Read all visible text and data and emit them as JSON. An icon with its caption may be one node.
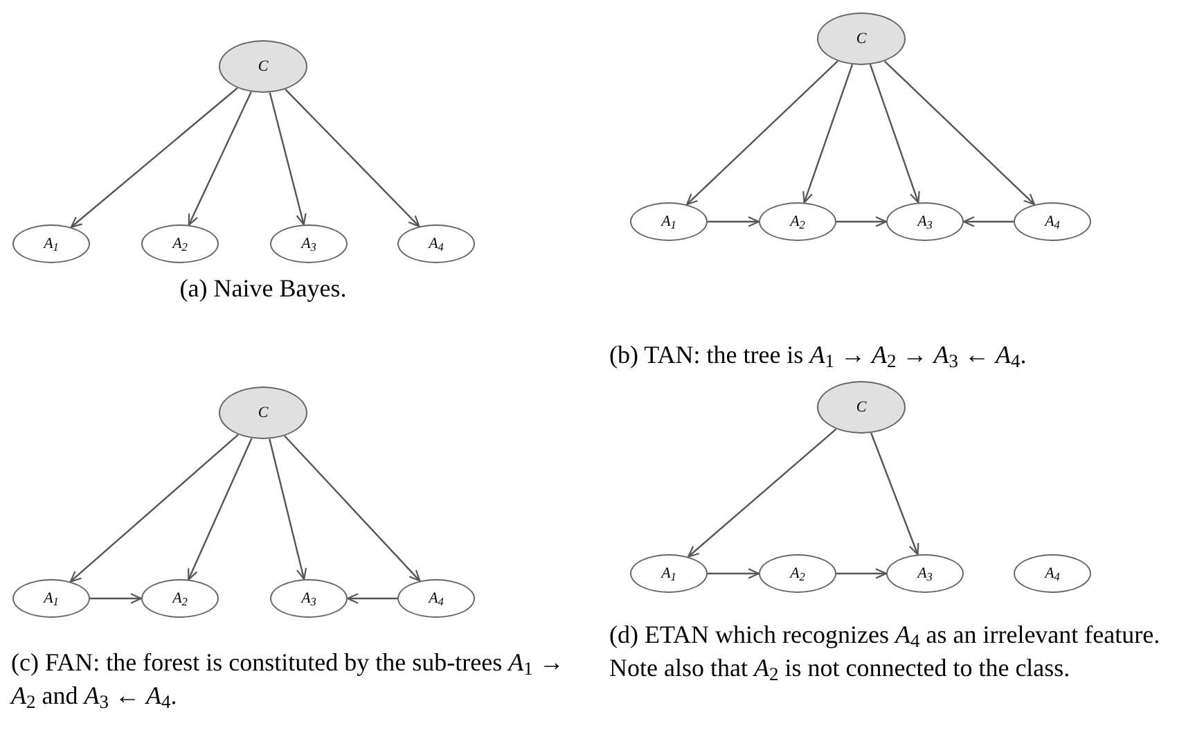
{
  "diagram": {
    "nodes": [
      {
        "text": [
          "C"
        ]
      },
      {
        "text": [
          "A$_{1}$"
        ]
      },
      {
        "text": [
          "A$_{2}$"
        ]
      },
      {
        "text": [
          "A$_{3}$"
        ]
      },
      {
        "text": [
          "A$_{4}$"
        ]
      },
      {
        "text": [
          "C"
        ]
      },
      {
        "text": [
          "A$_{1}$"
        ]
      },
      {
        "text": [
          "A$_{2}$"
        ]
      },
      {
        "text": [
          "A$_{3}$"
        ]
      },
      {
        "text": [
          "A$_{4}$"
        ]
      },
      {
        "text": [
          "C"
        ]
      },
      {
        "text": [
          "A$_{1}$"
        ]
      },
      {
        "text": [
          "A$_{2}$"
        ]
      },
      {
        "text": [
          "A$_{3}$"
        ]
      },
      {
        "text": [
          "A$_{4}$"
        ]
      },
      {
        "text": [
          "C"
        ]
      },
      {
        "text": [
          "A$_{1}$"
        ]
      },
      {
        "text": [
          "A$_{2}$"
        ]
      },
      {
        "text": [
          "A$_{3}$"
        ]
      },
      {
        "text": [
          "A$_{4}$"
        ]
      }
    ],
    "edges": [
      {
        "from": 0,
        "to": 1,
        "arrow": "to"
      },
      {
        "from": 0,
        "to": 2,
        "arrow": "to"
      },
      {
        "from": 0,
        "to": 3,
        "arrow": "to"
      },
      {
        "from": 0,
        "to": 4,
        "arrow": "to"
      },
      {
        "from": 5,
        "to": 6,
        "arrow": "to"
      },
      {
        "from": 5,
        "to": 7,
        "arrow": "to"
      },
      {
        "from": 5,
        "to": 8,
        "arrow": "to"
      },
      {
        "from": 5,
        "to": 9,
        "arrow": "to"
      },
      {
        "from": 6,
        "to": 7,
        "arrow": "to"
      },
      {
        "from": 7,
        "to": 8,
        "arrow": "to"
      },
      {
        "from": 9,
        "to": 8,
        "arrow": "to"
      },
      {
        "from": 10,
        "to": 11,
        "arrow": "to"
      },
      {
        "from": 10,
        "to": 12,
        "arrow": "to"
      },
      {
        "from": 10,
        "to": 13,
        "arrow": "to"
      },
      {
        "from": 10,
        "to": 14,
        "arrow": "to"
      },
      {
        "from": 11,
        "to": 12,
        "arrow": "to"
      },
      {
        "from": 14,
        "to": 13,
        "arrow": "to"
      },
      {
        "from": 15,
        "to": 16,
        "arrow": "to"
      },
      {
        "from": 15,
        "to": 18,
        "arrow": "to"
      },
      {
        "from": 16,
        "to": 17,
        "arrow": "to"
      },
      {
        "from": 17,
        "to": 18,
        "arrow": "to"
      }
    ],
    "labels": [
      "(a) Naive Bayes.",
      "(b) TAN: the tree is *A*$_{1}$ → *A*$_{2}$ → *A*$_{3}$ ← *A*$_{4}$.",
      "(c) FAN: the forest is constituted by the sub-trees *A*$_{1}$ → *A*$_{2}$ and *A*$_{3}$ ← *A*$_{4}$.",
      "(d) ETAN which recognizes *A*$_{4}$ as an irrelevant feature. Note also that *A*$_{2}$ is not connected to the class."
    ]
  }
}
